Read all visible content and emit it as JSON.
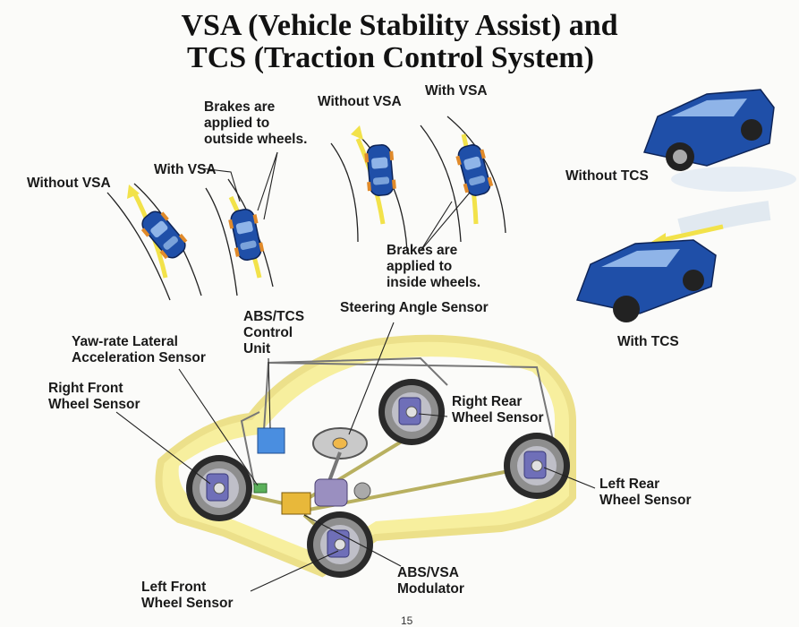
{
  "title": {
    "line1": "VSA (Vehicle Stability Assist) and",
    "line2": "TCS (Traction Control System)"
  },
  "vsa_labels": {
    "without_vsa_left": "Without VSA",
    "with_vsa_left": "With VSA",
    "brakes_outside": "Brakes are\napplied to\noutside wheels.",
    "without_vsa_right": "Without VSA",
    "with_vsa_right": "With VSA",
    "brakes_inside": "Brakes are\napplied to\ninside wheels."
  },
  "tcs_labels": {
    "without_tcs": "Without TCS",
    "with_tcs": "With TCS"
  },
  "components": {
    "abs_tcs_unit": "ABS/TCS\nControl\nUnit",
    "steering_sensor": "Steering Angle Sensor",
    "yaw_rate_sensor": "Yaw-rate Lateral\nAcceleration Sensor",
    "right_front_sensor": "Right Front\nWheel Sensor",
    "right_rear_sensor": "Right Rear\nWheel Sensor",
    "left_rear_sensor": "Left Rear\nWheel Sensor",
    "left_front_sensor": "Left Front\nWheel Sensor",
    "modulator": "ABS/VSA\nModulator"
  },
  "page_number": "15",
  "colors": {
    "car_body": "#1f4fa8",
    "car_dark": "#12306e",
    "body_outline_fill": "#f7ef9e",
    "road_arrow": "#f2e24a",
    "text": "#1a1a1a"
  }
}
